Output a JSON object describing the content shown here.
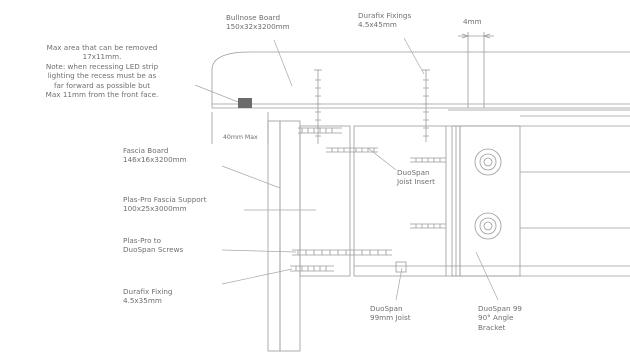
{
  "labels": {
    "bullnose": [
      "Bullnose Board",
      "150x32x3200mm"
    ],
    "durafix_top": [
      "Durafix Fixings",
      "4.5x45mm"
    ],
    "gap": "4mm",
    "max_area": [
      "Max area that can be removed",
      "17x11mm.",
      "Note: when recessing LED strip",
      "lighting the recess must be as",
      "far forward as possible but",
      "Max 11mm from the front face."
    ],
    "max40": "40mm Max",
    "fascia_board": [
      "Fascia Board",
      "146x16x3200mm"
    ],
    "joist_insert": [
      "DuoSpan",
      "Joist Insert"
    ],
    "fascia_support": [
      "Plas-Pro Fascia Support",
      "100x25x3000mm"
    ],
    "screws": [
      "Plas-Pro to",
      "DuoSpan Screws"
    ],
    "durafix_bottom": [
      "Durafix Fixing",
      "4.5x35mm"
    ],
    "joist": [
      "DuoSpan",
      "99mm Joist"
    ],
    "bracket": [
      "DuoSpan 99",
      "90° Angle",
      "Bracket"
    ]
  },
  "colors": {
    "stroke": "#9a9a9a",
    "text": "#6f6f6f",
    "led": "#6b6b6b"
  }
}
